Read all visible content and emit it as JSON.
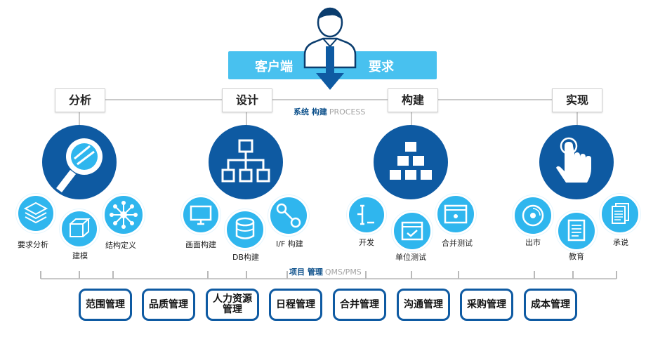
{
  "header": {
    "left_label": "客户端",
    "right_label": "要求"
  },
  "process_caption": {
    "main": "系统 构建",
    "sub": "PROCESS"
  },
  "phases": [
    {
      "label": "分析"
    },
    {
      "label": "设计"
    },
    {
      "label": "构建"
    },
    {
      "label": "实现"
    }
  ],
  "analysis_items": [
    "要求分析",
    "建模",
    "结构定义"
  ],
  "design_items": [
    "画面构建",
    "DB构建",
    "I/F 构建"
  ],
  "build_items": [
    "开发",
    "单位测试",
    "合并测试"
  ],
  "deploy_items": [
    "出市",
    "教育",
    "承说"
  ],
  "management_caption": {
    "main": "项目 管理",
    "sub": "QMS/PMS"
  },
  "management_items": [
    {
      "label": "范围管理"
    },
    {
      "label": "品质管理"
    },
    {
      "label_line1": "人力资源",
      "label_line2": "管理"
    },
    {
      "label": "日程管理"
    },
    {
      "label": "合并管理"
    },
    {
      "label": "沟通管理"
    },
    {
      "label": "采购管理"
    },
    {
      "label": "成本管理"
    }
  ],
  "colors": {
    "dark_blue": "#0e5aa2",
    "light_blue": "#2fb6ee",
    "bar_blue": "#48c1ef"
  }
}
